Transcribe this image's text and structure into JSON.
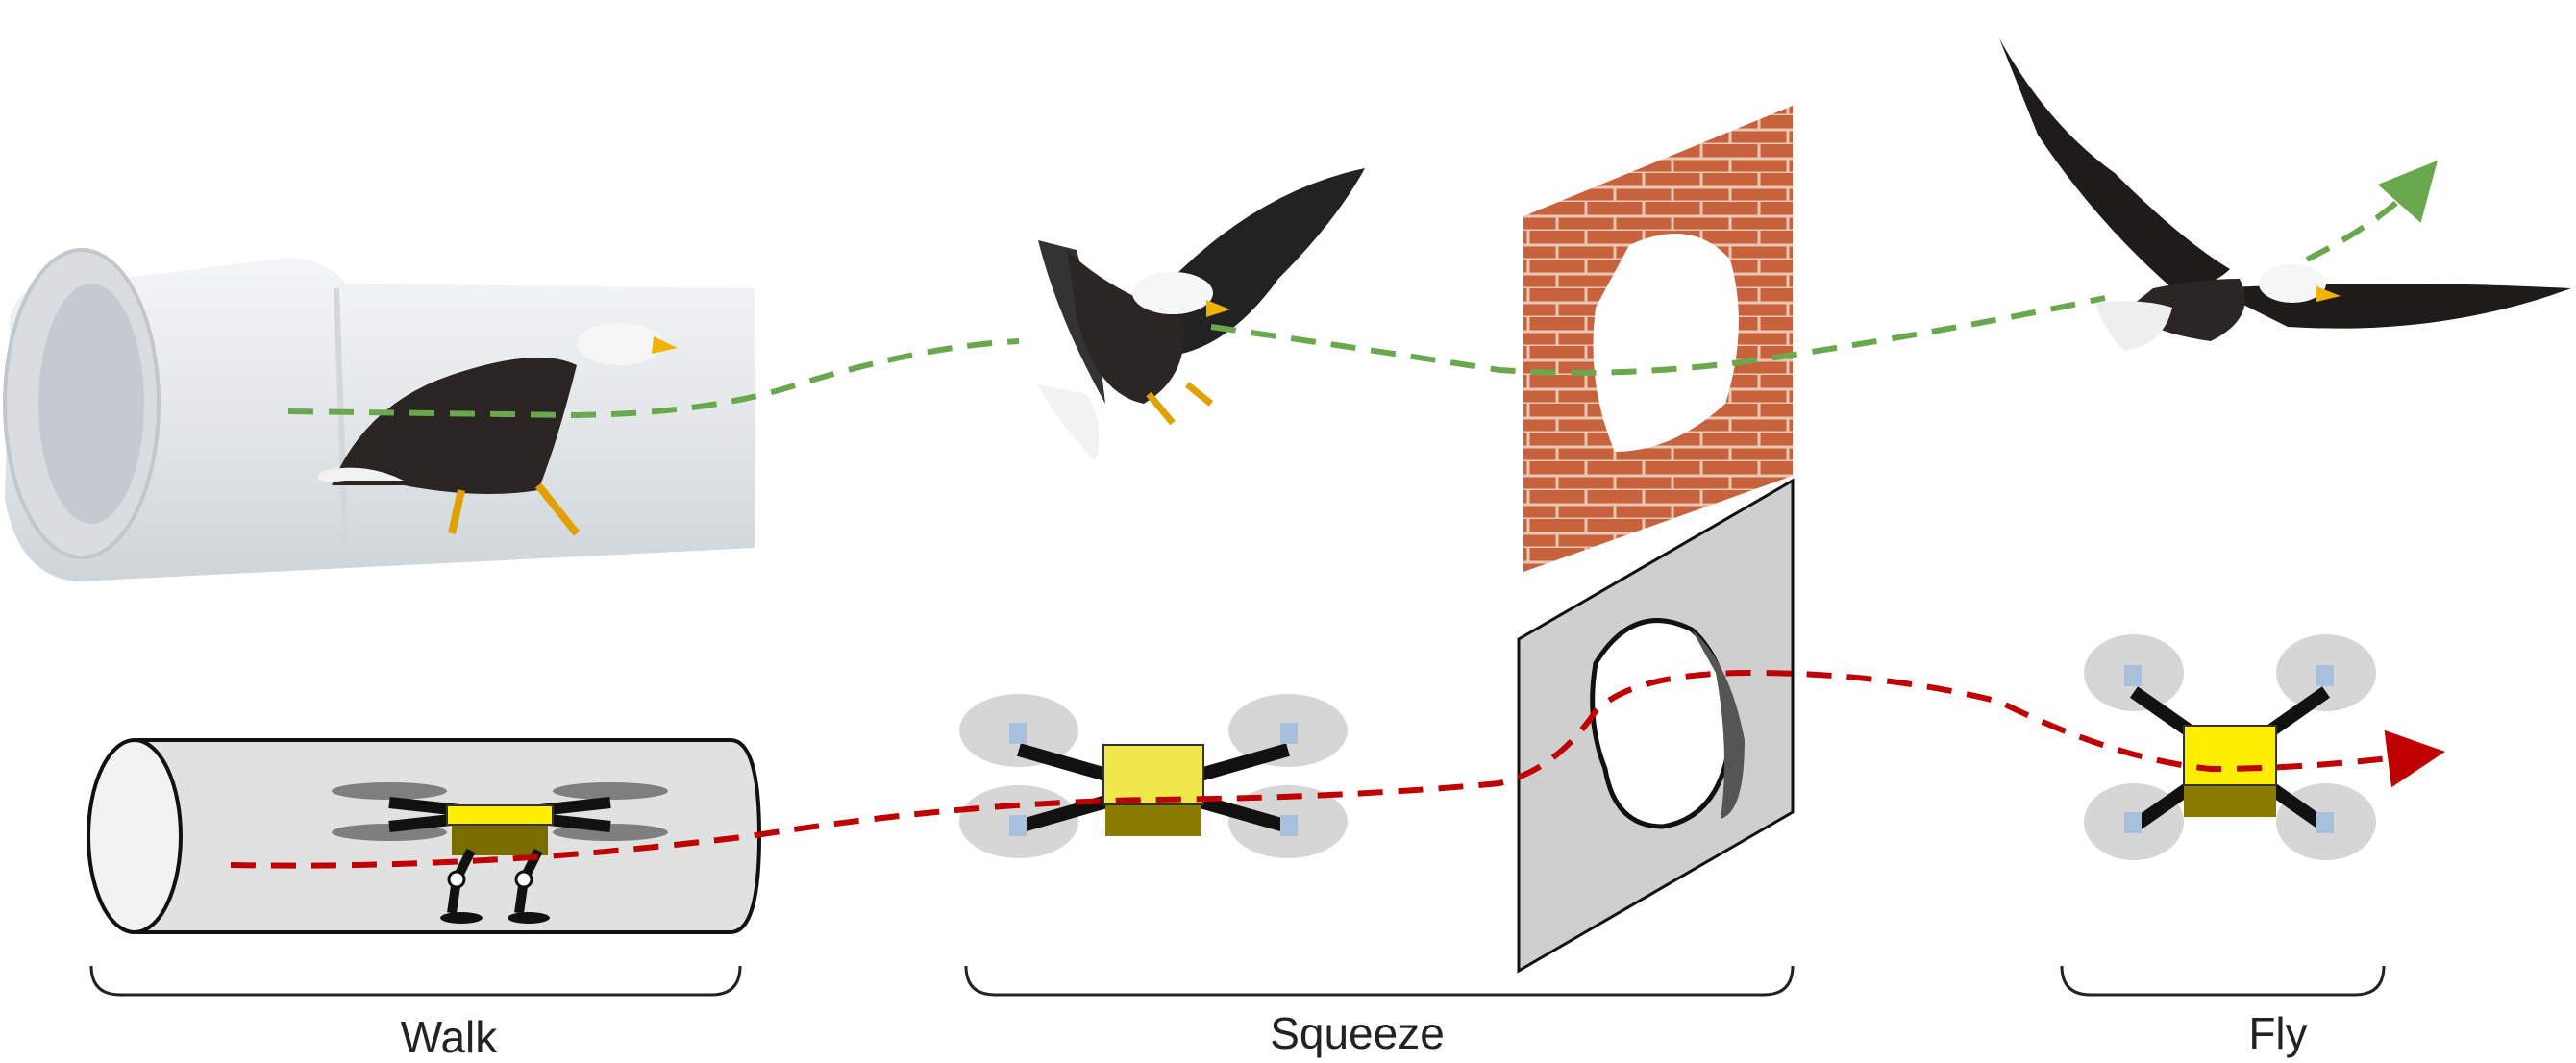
{
  "labels": {
    "walk": "Walk",
    "squeeze": "Squeeze",
    "fly": "Fly"
  },
  "colors": {
    "eagle_path": "#6aa84f",
    "drone_path": "#c00000",
    "drone_body": "#ffee00",
    "drone_body_shadow": "#8a7a00",
    "brick": "#c8623d",
    "pipe_photo": "#e6eaed",
    "panel_gray": "#cfcfcf"
  },
  "icons": [
    "eagle-walking-icon",
    "eagle-landing-icon",
    "eagle-flying-icon",
    "concrete-pipe-icon",
    "brick-wall-hole-icon",
    "pipe-outline-icon",
    "wall-panel-hole-icon",
    "legged-drone-icon",
    "squeeze-drone-icon",
    "fly-drone-icon"
  ]
}
